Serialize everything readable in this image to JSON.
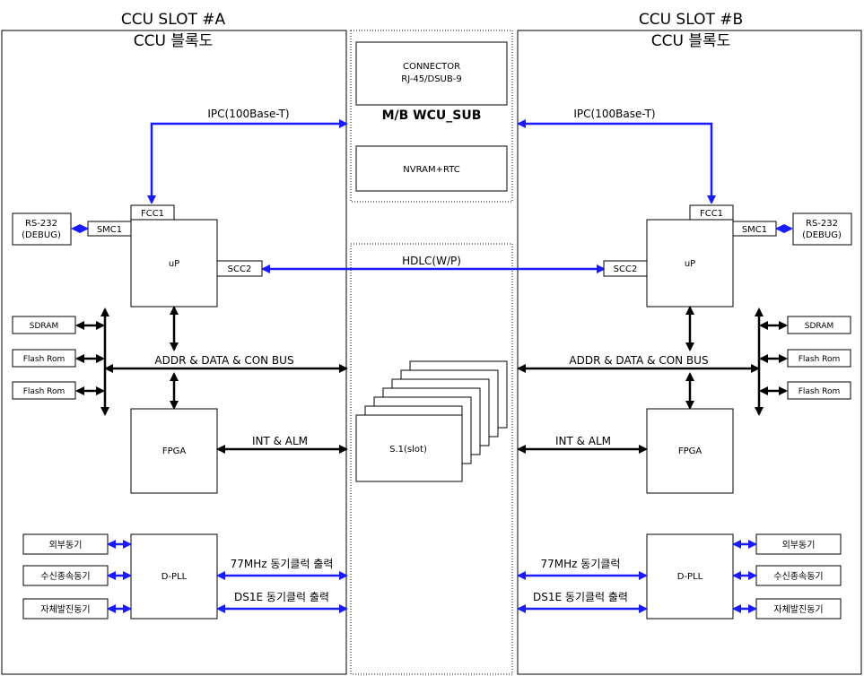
{
  "left": {
    "slot_title": "CCU SLOT #A",
    "block_title": "CCU 블록도",
    "ipc_label": "IPC(100Base-T)",
    "fcc1": "FCC1",
    "smc1": "SMC1",
    "rs232": [
      "RS-232",
      "(DEBUG)"
    ],
    "up": "uP",
    "scc2": "SCC2",
    "memory": [
      "SDRAM",
      "Flash Rom",
      "Flash Rom"
    ],
    "bus_label": "ADDR & DATA & CON BUS",
    "fpga": "FPGA",
    "int_label": "INT & ALM",
    "dpll": "D-PLL",
    "sync": [
      "외부동기",
      "수신종속동기",
      "자체발진동기"
    ],
    "clk77_label": "77MHz 동기클럭 출력",
    "ds1e_label": "DS1E 동기클럭 출력"
  },
  "right": {
    "slot_title": "CCU SLOT #B",
    "block_title": "CCU 블록도",
    "ipc_label": "IPC(100Base-T)",
    "fcc1": "FCC1",
    "smc1": "SMC1",
    "rs232": [
      "RS-232",
      "(DEBUG)"
    ],
    "up": "uP",
    "scc2": "SCC2",
    "memory": [
      "SDRAM",
      "Flash Rom",
      "Flash Rom"
    ],
    "bus_label": "ADDR & DATA & CON BUS",
    "fpga": "FPGA",
    "int_label": "INT & ALM",
    "dpll": "D-PLL",
    "sync": [
      "외부동기",
      "수신종속동기",
      "자체발진동기"
    ],
    "clk77_label": "77MHz 동기클럭",
    "ds1e_label": "DS1E 동기클럭 출력"
  },
  "middle": {
    "connector": [
      "CONNECTOR",
      "RJ-45/DSUB-9"
    ],
    "mb_label": "M/B WCU_SUB",
    "nvram": "NVRAM+RTC",
    "hdlc_label": "HDLC(W/P)",
    "slot_label": "S.1(slot)"
  },
  "colors": {
    "blue_link": "#1a1aff",
    "black_link": "#000000",
    "line": "#000000"
  }
}
